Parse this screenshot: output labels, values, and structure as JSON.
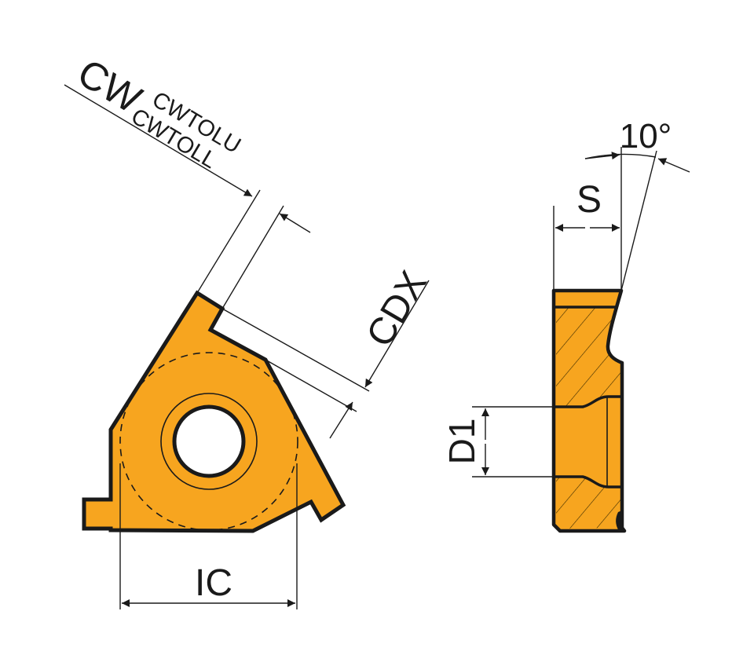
{
  "diagram": {
    "title": "Threading insert dimension drawing",
    "colors": {
      "insert_fill": "#F7A51F",
      "outline": "#1a1a1a",
      "background": "#ffffff"
    },
    "front_view": {
      "labels": {
        "cw": "CW",
        "cw_tol_upper": "CWTOLU",
        "cw_tol_lower": "CWTOLL",
        "cdx": "CDX",
        "ic": "IC"
      }
    },
    "side_view": {
      "labels": {
        "s": "S",
        "angle": "10°",
        "d1": "D1"
      }
    }
  }
}
